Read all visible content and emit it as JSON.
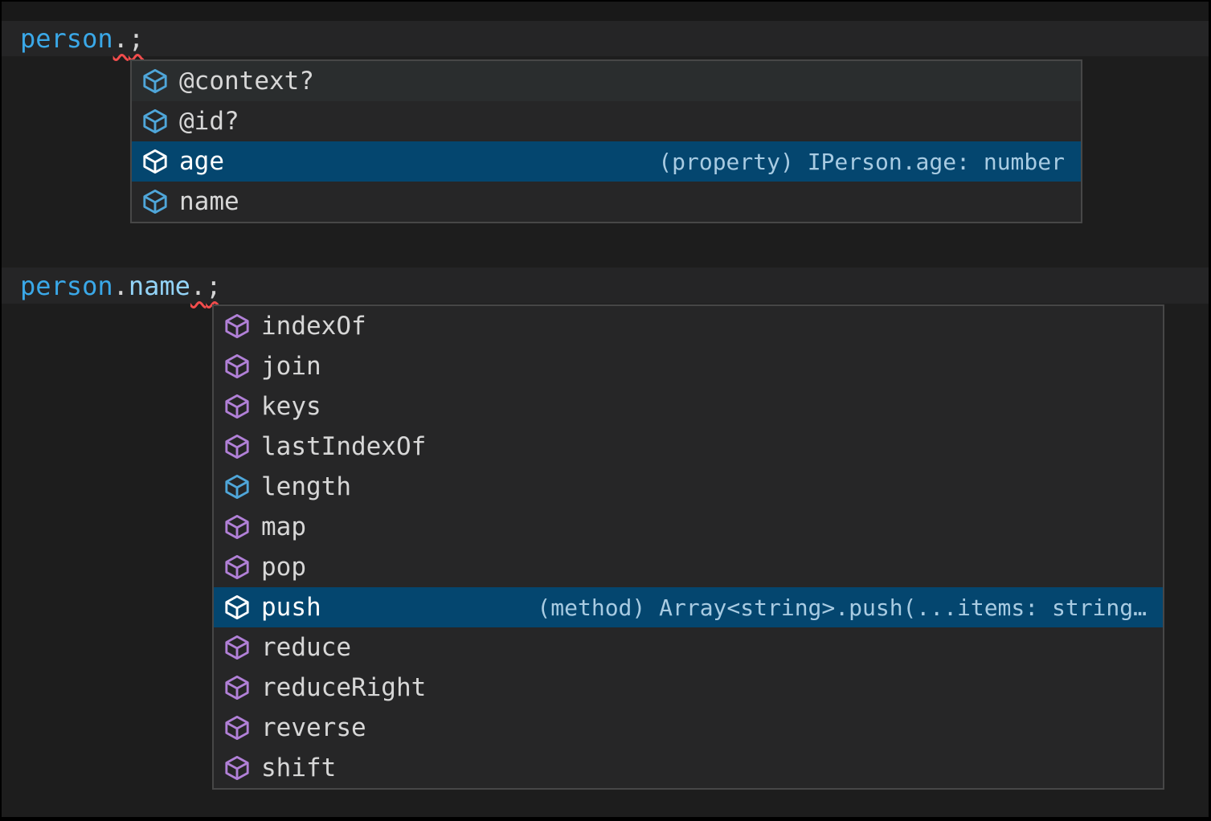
{
  "colors": {
    "frame_bg": "#1d1d1d",
    "top_strip": "#191919",
    "line_highlight": "#252526",
    "dropdown_bg": "#262627",
    "dropdown_border": "#474747",
    "row_hover_bg": "#2a2d2e",
    "row_selected_bg": "#04466f",
    "label_color": "#d7d7d7",
    "label_selected_color": "#ffffff",
    "detail_selected_color": "#a8cbe2",
    "icon_field": "#4fa6d9",
    "icon_method": "#b180d7",
    "icon_selected": "#ffffff",
    "code_object": "#3aa8e8",
    "code_property": "#93d3f7",
    "code_punct": "#d4d4d4",
    "squiggle": "#f14c4c"
  },
  "code_lines": [
    {
      "tokens": [
        {
          "text": "person",
          "style": "object"
        },
        {
          "text": ".",
          "style": "punctuation",
          "squiggle": true
        },
        {
          "text": ";",
          "style": "punctuation",
          "squiggle": true
        }
      ]
    },
    {
      "tokens": [
        {
          "text": "person",
          "style": "object"
        },
        {
          "text": ".",
          "style": "punctuation"
        },
        {
          "text": "name",
          "style": "property"
        },
        {
          "text": ".",
          "style": "punctuation",
          "squiggle": true
        },
        {
          "text": ";",
          "style": "punctuation",
          "squiggle": true
        }
      ]
    }
  ],
  "suggest_widgets": [
    {
      "items": [
        {
          "label": "@context?",
          "kind": "field",
          "hover": true
        },
        {
          "label": "@id?",
          "kind": "field"
        },
        {
          "label": "age",
          "kind": "field",
          "selected": true,
          "detail": "(property) IPerson.age: number"
        },
        {
          "label": "name",
          "kind": "field"
        }
      ]
    },
    {
      "items": [
        {
          "label": "indexOf",
          "kind": "method"
        },
        {
          "label": "join",
          "kind": "method"
        },
        {
          "label": "keys",
          "kind": "method"
        },
        {
          "label": "lastIndexOf",
          "kind": "method"
        },
        {
          "label": "length",
          "kind": "field"
        },
        {
          "label": "map",
          "kind": "method"
        },
        {
          "label": "pop",
          "kind": "method"
        },
        {
          "label": "push",
          "kind": "method",
          "selected": true,
          "detail": "(method) Array<string>.push(...items: string…"
        },
        {
          "label": "reduce",
          "kind": "method"
        },
        {
          "label": "reduceRight",
          "kind": "method"
        },
        {
          "label": "reverse",
          "kind": "method"
        },
        {
          "label": "shift",
          "kind": "method"
        }
      ]
    }
  ]
}
